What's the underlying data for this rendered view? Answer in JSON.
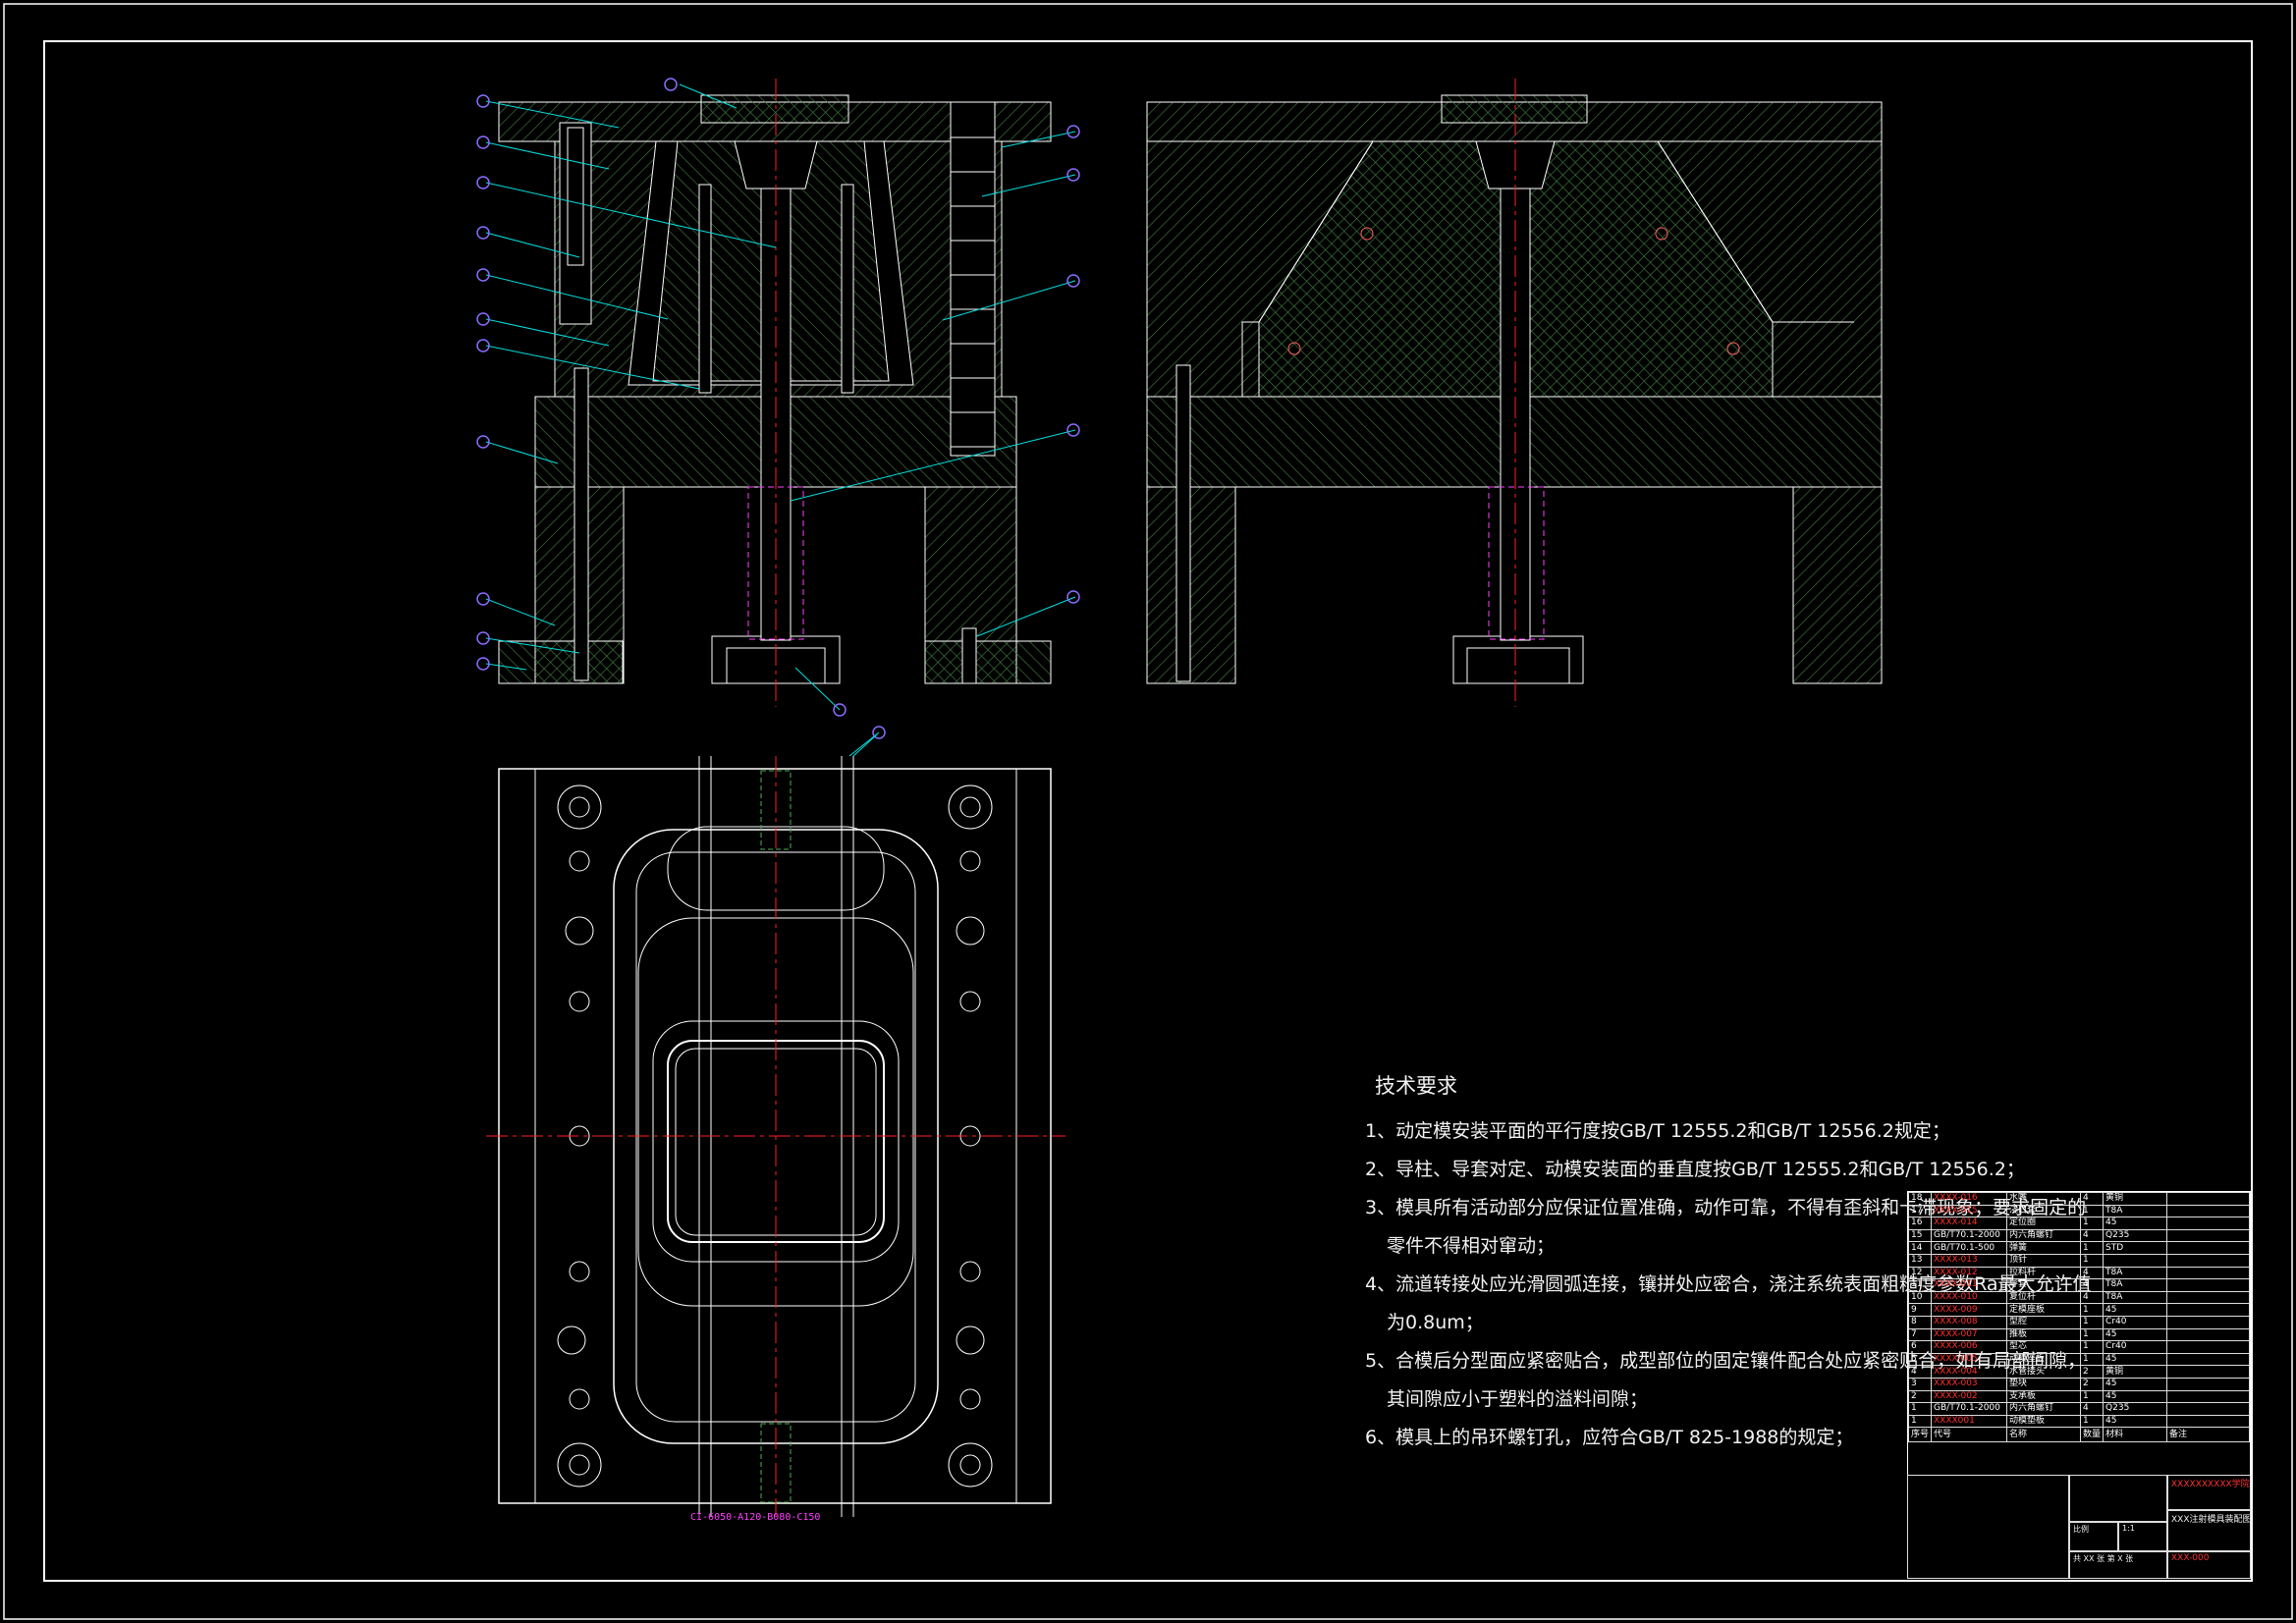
{
  "tech_requirements": {
    "title": "技术要求",
    "items": [
      "1、动定模安装平面的平行度按GB/T 12555.2和GB/T 12556.2规定；",
      "2、导柱、导套对定、动模安装面的垂直度按GB/T 12555.2和GB/T 12556.2；",
      "3、模具所有活动部分应保证位置准确，动作可靠，不得有歪斜和卡滞现象；要求固定的",
      "零件不得相对窜动；",
      "4、流道转接处应光滑圆弧连接，镶拼处应密合，浇注系统表面粗糙度参数Ra最大允许值",
      "为0.8um；",
      "5、合模后分型面应紧密贴合，成型部位的固定镶件配合处应紧密贴合，如有局部间隙，",
      "其间隙应小于塑料的溢料间隙；",
      "6、模具上的吊环螺钉孔，应符合GB/T 825-1988的规定；"
    ]
  },
  "plan_label": "CI-6050-A120-B080-C150",
  "bom": {
    "rows": [
      {
        "no": "18",
        "code": "XXXX-016",
        "name": "水嘴",
        "qty": "4",
        "mat": "黄铜",
        "red": true
      },
      {
        "no": "17",
        "code": "XXXX-015",
        "name": "浇口套",
        "qty": "1",
        "mat": "T8A",
        "red": true
      },
      {
        "no": "16",
        "code": "XXXX-014",
        "name": "定位圈",
        "qty": "1",
        "mat": "45",
        "red": true
      },
      {
        "no": "15",
        "code": "GB/T70.1-2000",
        "name": "内六角螺钉",
        "qty": "4",
        "mat": "Q235",
        "red": false
      },
      {
        "no": "14",
        "code": "GB/T70.1-500",
        "name": "弹簧",
        "qty": "1",
        "mat": "STD",
        "red": false
      },
      {
        "no": "13",
        "code": "XXXX-013",
        "name": "顶针",
        "qty": "1",
        "mat": "",
        "red": true
      },
      {
        "no": "12",
        "code": "XXXX-012",
        "name": "拉料杆",
        "qty": "4",
        "mat": "T8A",
        "red": true
      },
      {
        "no": "11",
        "code": "XXXX-011",
        "name": "导套",
        "qty": "4",
        "mat": "T8A",
        "red": true
      },
      {
        "no": "10",
        "code": "XXXX-010",
        "name": "复位杆",
        "qty": "4",
        "mat": "T8A",
        "red": true
      },
      {
        "no": "9",
        "code": "XXXX-009",
        "name": "定模座板",
        "qty": "1",
        "mat": "45",
        "red": true
      },
      {
        "no": "8",
        "code": "XXXX-008",
        "name": "型腔",
        "qty": "1",
        "mat": "Cr40",
        "red": true
      },
      {
        "no": "7",
        "code": "XXXX-007",
        "name": "推板",
        "qty": "1",
        "mat": "45",
        "red": true
      },
      {
        "no": "6",
        "code": "XXXX-006",
        "name": "型芯",
        "qty": "1",
        "mat": "Cr40",
        "red": true
      },
      {
        "no": "5",
        "code": "XXXX-005",
        "name": "动模座板",
        "qty": "1",
        "mat": "45",
        "red": true
      },
      {
        "no": "4",
        "code": "XXXX-004",
        "name": "水管接头",
        "qty": "2",
        "mat": "黄铜",
        "red": true
      },
      {
        "no": "3",
        "code": "XXXX-003",
        "name": "垫块",
        "qty": "2",
        "mat": "45",
        "red": true
      },
      {
        "no": "2",
        "code": "XXXX-002",
        "name": "支承板",
        "qty": "1",
        "mat": "45",
        "red": true
      },
      {
        "no": "1",
        "code": "GB/T70.1-2000",
        "name": "内六角螺钉",
        "qty": "4",
        "mat": "Q235",
        "red": false
      },
      {
        "no": "1",
        "code": "XXXX001",
        "name": "动模垫板",
        "qty": "1",
        "mat": "45",
        "red": true
      }
    ],
    "header": [
      "序号",
      "代号",
      "名称",
      "数量",
      "材料",
      "备注"
    ]
  },
  "title_block": {
    "company": "XXXXXXXXXX学院",
    "drawing_name": "XXX注射模具装配图",
    "drawing_no": "XXX-000",
    "sheet": "共 XX 张  第 X 张",
    "scale_label": "比例",
    "scale": "1:1"
  },
  "colors": {
    "line": "#ffffff",
    "hatch": "#4a8a4a",
    "center": "#ff2020",
    "leader": "#00e0e0",
    "balloon": "#8a6cff",
    "hidden": "#ff40ff"
  }
}
